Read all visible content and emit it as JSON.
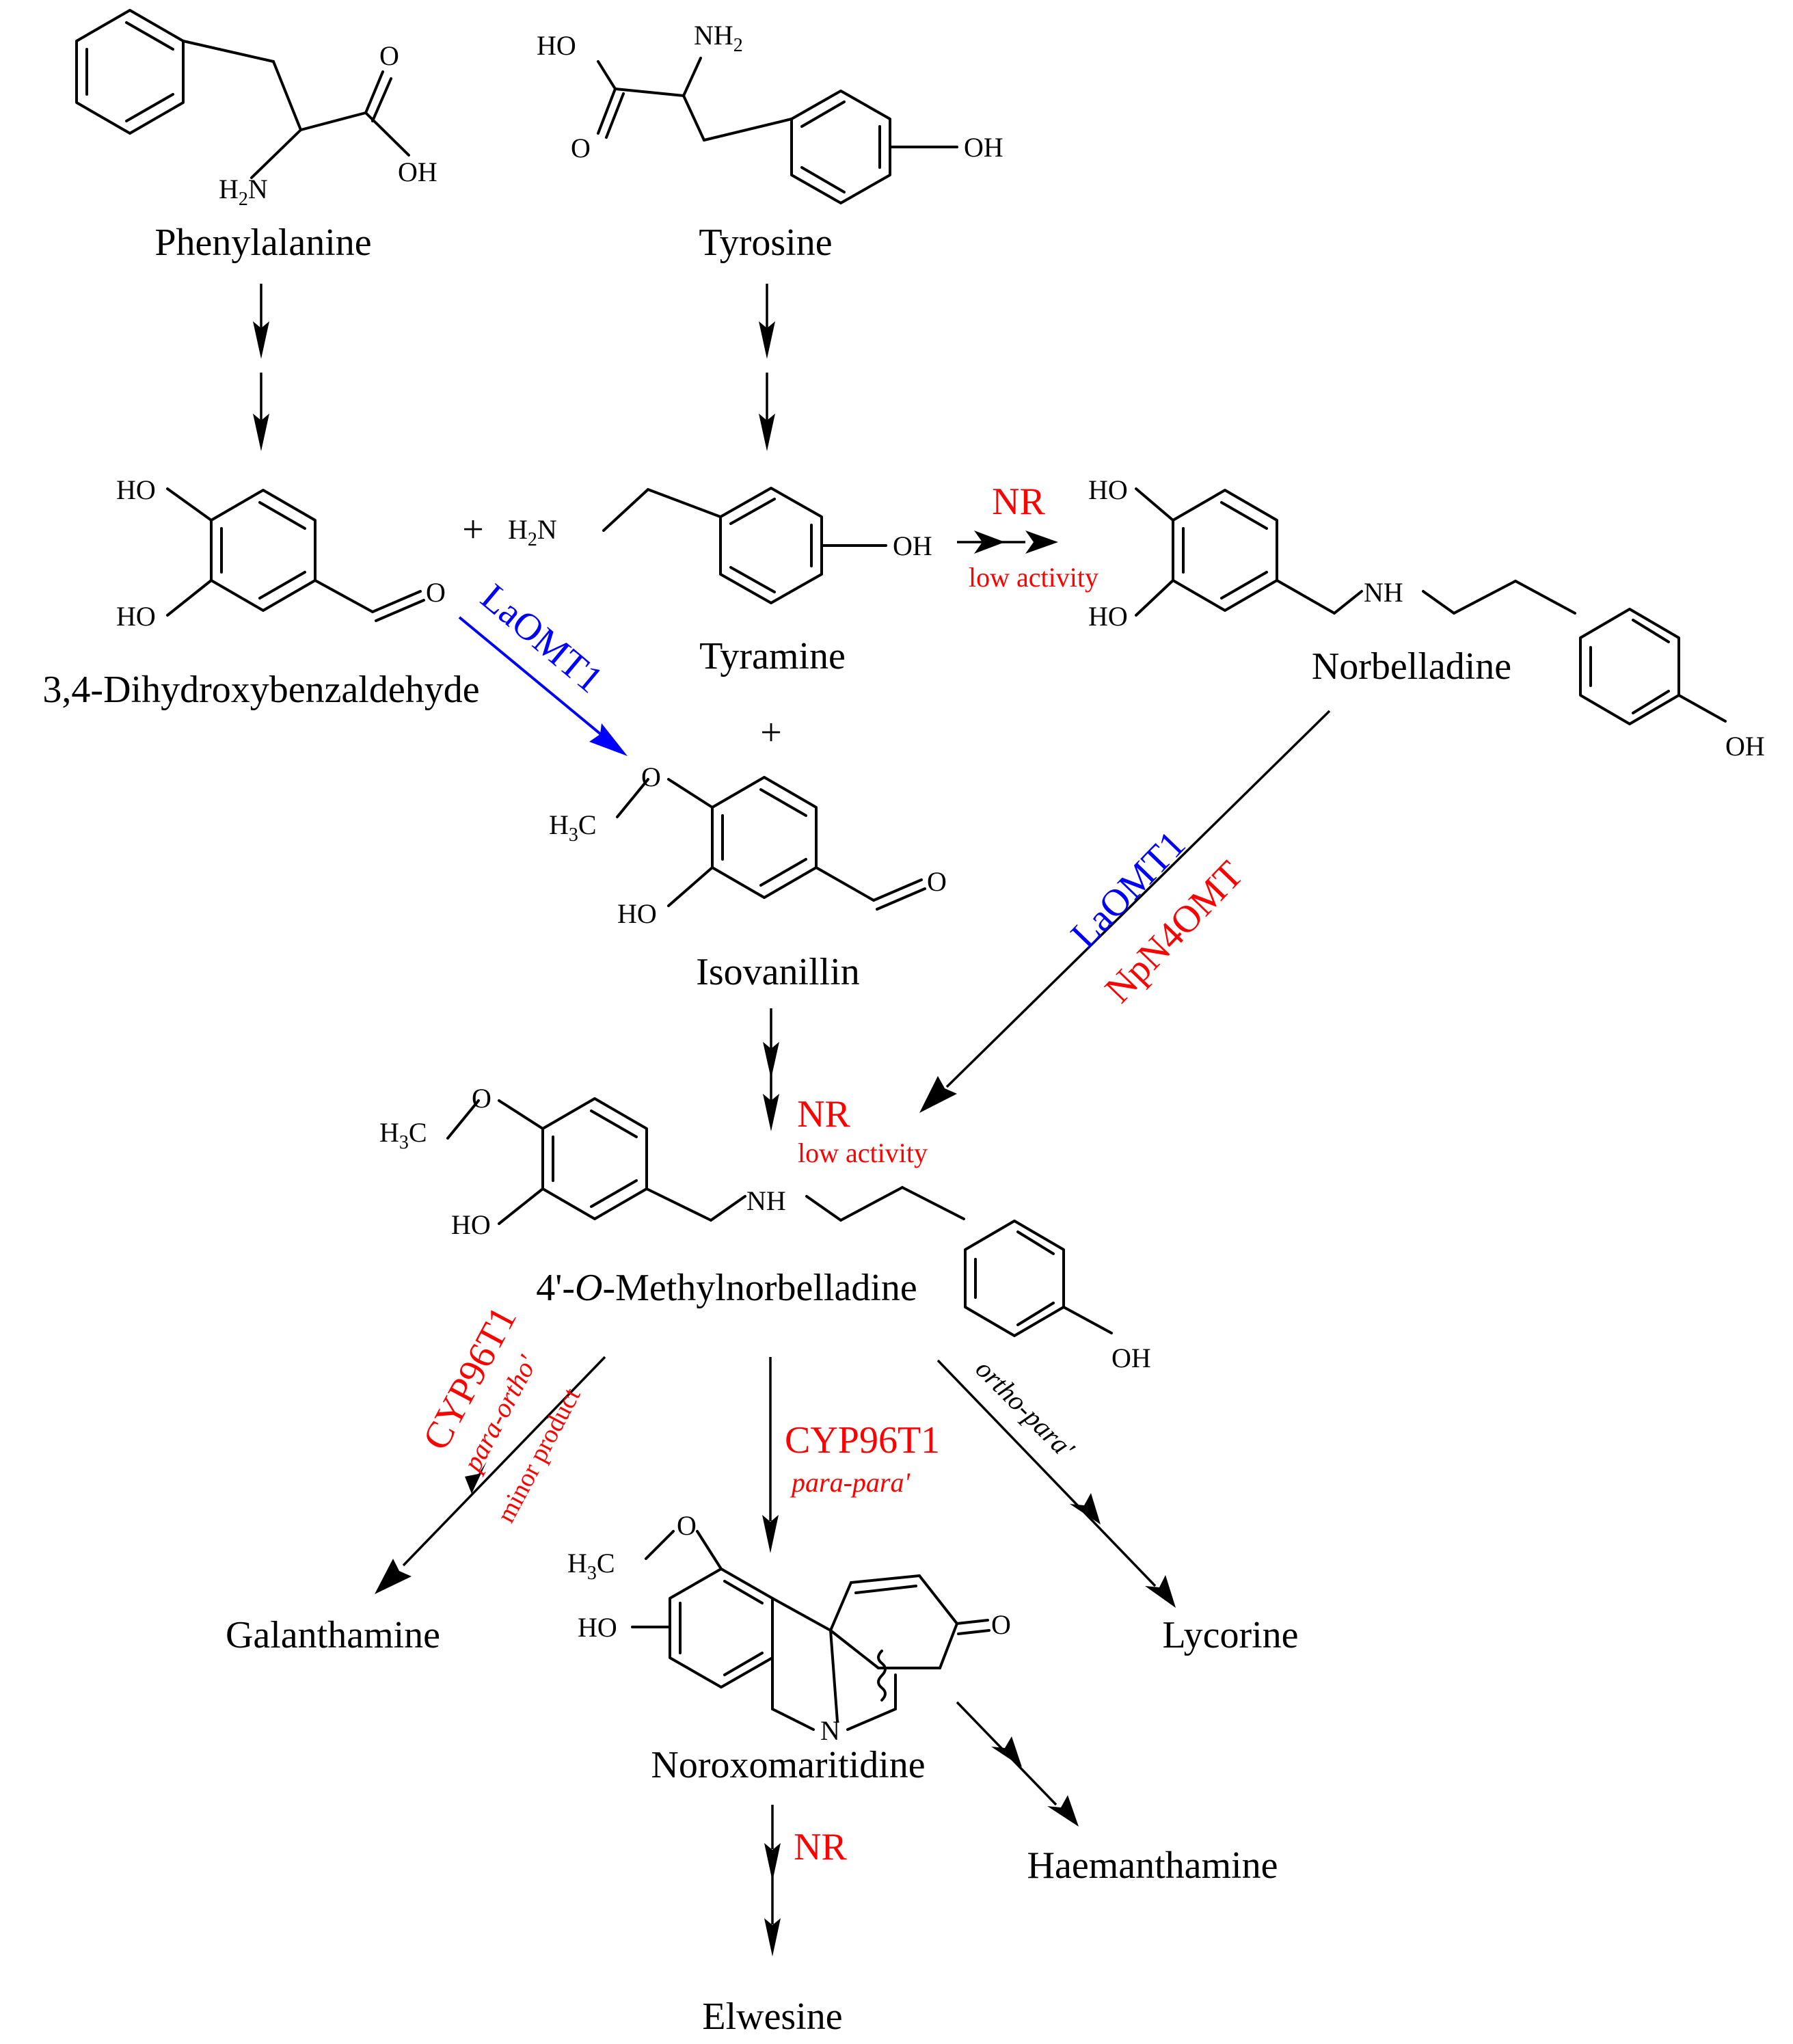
{
  "colors": {
    "enzyme_red": "#ff0000",
    "enzyme_blue": "#0000ff",
    "ink": "#000000"
  },
  "compounds": {
    "phenylalanine": "Phenylalanine",
    "tyrosine": "Tyrosine",
    "dhba": "3,4-Dihydroxybenzaldehyde",
    "tyramine": "Tyramine",
    "norbelladine": "Norbelladine",
    "isovanillin": "Isovanillin",
    "methylnorbelladine_prefix": "4'-",
    "methylnorbelladine_italic": "O",
    "methylnorbelladine_suffix": "-Methylnorbelladine",
    "galanthamine": "Galanthamine",
    "noroxomaritidine": "Noroxomaritidine",
    "lycorine": "Lycorine",
    "haemanthamine": "Haemanthamine",
    "elwesine": "Elwesine"
  },
  "atoms": {
    "o": "O",
    "oh": "OH",
    "ho": "HO",
    "nh": "NH",
    "n": "N",
    "nh2_n": "NH",
    "nh2_sub": "2",
    "h2n_h": "H",
    "h2n_sub": "2",
    "h2n_n": "N",
    "h3c_h": "H",
    "h3c_sub": "3",
    "h3c_c": "C"
  },
  "plus": "+",
  "enzymes": {
    "nr_1": "NR",
    "low_activity_1": "low activity",
    "laomt1_a": "LaOMT1",
    "laomt1_b": "LaOMT1",
    "npn4omt": "NpN4OMT",
    "nr_2": "NR",
    "low_activity_2": "low activity",
    "cyp_a": "CYP96T1",
    "para_ortho": "para-ortho'",
    "minor_product": "minor product",
    "cyp_b": "CYP96T1",
    "para_para": "para-para'",
    "ortho_para": "ortho-para'",
    "nr_3": "NR"
  }
}
